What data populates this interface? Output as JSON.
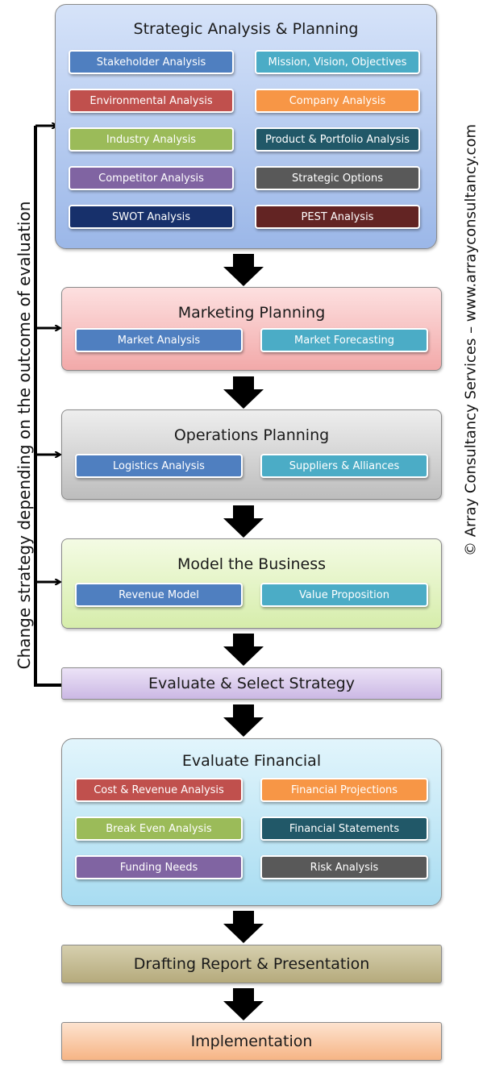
{
  "side_label": "Change strategy depending on the outcome of evaluation",
  "copyright": "© Array Consultancy Services – www.arrayconsultancy.com",
  "stages": {
    "strategic": {
      "title": "Strategic  Analysis & Planning",
      "items": [
        {
          "label": "Stakeholder Analysis",
          "color": "#4f7fc0"
        },
        {
          "label": "Mission, Vision, Objectives",
          "color": "#4bacc6"
        },
        {
          "label": "Environmental Analysis",
          "color": "#c0504d"
        },
        {
          "label": "Company Analysis",
          "color": "#f79646"
        },
        {
          "label": "Industry Analysis",
          "color": "#9bbb59"
        },
        {
          "label": "Product & Portfolio Analysis",
          "color": "#215868"
        },
        {
          "label": "Competitor Analysis",
          "color": "#8064a2"
        },
        {
          "label": "Strategic Options",
          "color": "#595959"
        },
        {
          "label": "SWOT Analysis",
          "color": "#17306b"
        },
        {
          "label": "PEST Analysis",
          "color": "#632423"
        }
      ]
    },
    "marketing": {
      "title": "Marketing Planning",
      "items": [
        {
          "label": "Market Analysis",
          "color": "#4f7fc0"
        },
        {
          "label": "Market Forecasting",
          "color": "#4bacc6"
        }
      ]
    },
    "operations": {
      "title": "Operations Planning",
      "items": [
        {
          "label": "Logistics Analysis",
          "color": "#4f7fc0"
        },
        {
          "label": "Suppliers & Alliances",
          "color": "#4bacc6"
        }
      ]
    },
    "model": {
      "title": "Model the Business",
      "items": [
        {
          "label": "Revenue Model",
          "color": "#4f7fc0"
        },
        {
          "label": "Value Proposition",
          "color": "#4bacc6"
        }
      ]
    },
    "evaluate_select": {
      "title": "Evaluate & Select Strategy"
    },
    "financial": {
      "title": "Evaluate Financial",
      "items": [
        {
          "label": "Cost & Revenue Analysis",
          "color": "#c0504d"
        },
        {
          "label": "Financial Projections",
          "color": "#f79646"
        },
        {
          "label": "Break Even Analysis",
          "color": "#9bbb59"
        },
        {
          "label": "Financial Statements",
          "color": "#215868"
        },
        {
          "label": "Funding Needs",
          "color": "#8064a2"
        },
        {
          "label": "Risk Analysis",
          "color": "#595959"
        }
      ]
    },
    "drafting": {
      "title": "Drafting Report & Presentation"
    },
    "implementation": {
      "title": "Implementation"
    }
  },
  "colors": {
    "strategic_bg": "#b9cdf0",
    "marketing_bg": "#f7c3c3",
    "operations_bg": "#d0d0d0",
    "model_bg": "#e3f3c0",
    "evaluate_bg": "#dccdee",
    "financial_bg": "#bfe7f6",
    "drafting_bg": "#c6bd95",
    "implementation_bg": "#f9c9a4"
  }
}
